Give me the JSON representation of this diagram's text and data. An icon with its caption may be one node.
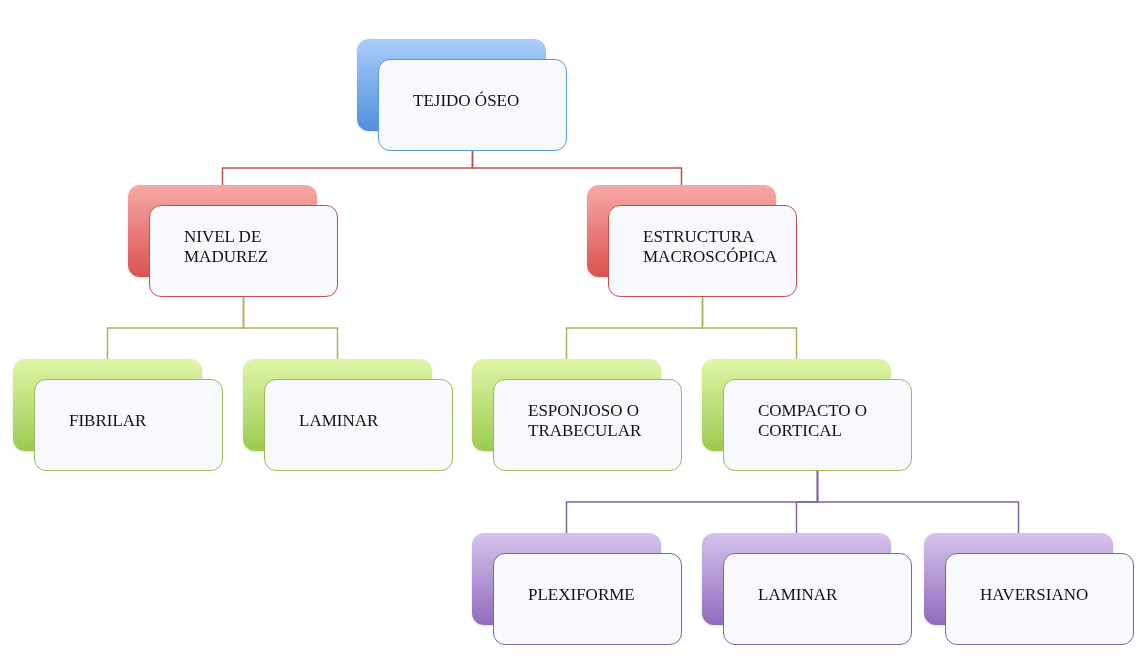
{
  "diagram": {
    "nodes": [
      {
        "text": [
          "TEJIDO ÓSEO"
        ]
      },
      {
        "text": [
          "NIVEL DE MADUREZ"
        ]
      },
      {
        "text": [
          "ESTRUCTURA MACROSCÓPICA"
        ]
      },
      {
        "text": [
          "FIBRILAR"
        ]
      },
      {
        "text": [
          "LAMINAR"
        ]
      },
      {
        "text": [
          "ESPONJOSO O TRABECULAR"
        ]
      },
      {
        "text": [
          "COMPACTO O CORTICAL"
        ]
      },
      {
        "text": [
          "PLEXIFORME"
        ]
      },
      {
        "text": [
          "LAMINAR"
        ]
      },
      {
        "text": [
          "HAVERSIANO"
        ]
      }
    ],
    "edges": [
      {
        "from": 0,
        "to": 1,
        "arrow": "none",
        "color": "#c0504d"
      },
      {
        "from": 0,
        "to": 2,
        "arrow": "none",
        "color": "#c0504d"
      },
      {
        "from": 1,
        "to": 3,
        "arrow": "none"
      },
      {
        "from": 1,
        "to": 4,
        "arrow": "none"
      },
      {
        "from": 2,
        "to": 5,
        "arrow": "none"
      },
      {
        "from": 2,
        "to": 6,
        "arrow": "none"
      },
      {
        "from": 6,
        "to": 7,
        "arrow": "none",
        "color": "#8064a2"
      },
      {
        "from": 6,
        "to": 8,
        "arrow": "none",
        "color": "#8064a2"
      },
      {
        "from": 6,
        "to": 9,
        "arrow": "none",
        "color": "#8064a2"
      }
    ]
  }
}
